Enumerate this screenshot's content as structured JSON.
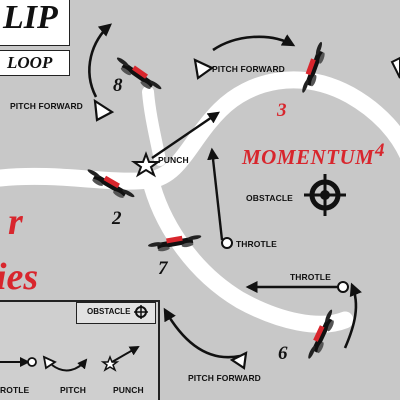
{
  "title": {
    "line1": "LIP",
    "line2": "LOOP"
  },
  "center_label": "MOMENTUM",
  "side_text": {
    "line1": "r",
    "line2": "ies"
  },
  "labels": {
    "pitch_forward_top": "PITCH FORWARD",
    "pitch_forward_left": "PITCH FORWARD",
    "pitch_forward_bottom": "PITCH FORWARD",
    "punch": "PUNCH",
    "obstacle": "OBSTACLE",
    "throtle_upper": "THROTLE",
    "throtle_lower": "THROTLE"
  },
  "steps": [
    "2",
    "3",
    "4",
    "6",
    "7",
    "8"
  ],
  "legend": {
    "header": "OBSTACLE",
    "items": [
      "ROTLE",
      "PITCH",
      "PUNCH"
    ]
  },
  "colors": {
    "background": "#c8c8c8",
    "path": "#ffffff",
    "accent_red": "#d8262d",
    "ink": "#111111"
  }
}
